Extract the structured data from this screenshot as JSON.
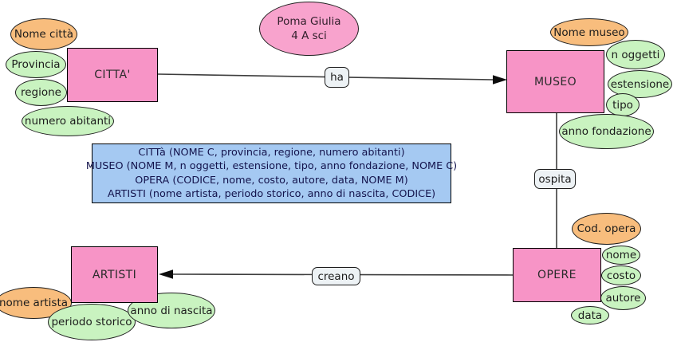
{
  "diagram": {
    "title_bubble": {
      "name": "Poma Giulia",
      "class_label": "4 A sci"
    },
    "entities": {
      "citta": "CITTA'",
      "museo": "MUSEO",
      "opere": "OPERE",
      "artisti": "ARTISTI"
    },
    "relations": {
      "ha": "ha",
      "ospita": "ospita",
      "creano": "creano"
    },
    "attributes": {
      "nome_citta": "Nome città",
      "provincia": "Provincia",
      "regione": "regione",
      "numero_abitanti": "numero abitanti",
      "nome_museo": "Nome museo",
      "n_oggetti": "n oggetti",
      "estensione": "estensione",
      "tipo": "tipo",
      "anno_fondazione": "anno fondazione",
      "cod_opera": "Cod. opera",
      "nome": "nome",
      "costo": "costo",
      "autore": "autore",
      "data": "data",
      "nome_artista": "nome artista",
      "periodo_storico": "periodo storico",
      "anno_di_nascita": "anno di nascita"
    },
    "schema_lines": [
      "CITTà (NOME C, provincia, regione, numero abitanti)",
      "MUSEO (NOME M, n oggetti, estensione, tipo, anno fondazione, NOME C)",
      "OPERA (CODICE, nome, costo, autore, data, NOME M)",
      "ARTISTI (nome artista, periodo storico, anno di nascita, CODICE)"
    ],
    "colors": {
      "entity_fill": "#f794c6",
      "key_attribute_fill": "#f8bd7d",
      "attribute_fill": "#c9f3c0",
      "schema_box_fill": "#a5c9f2",
      "author_bubble_fill": "#f8a3cd",
      "relation_label_fill": "#edf2f5",
      "line_color": "#3d3d3d"
    }
  }
}
